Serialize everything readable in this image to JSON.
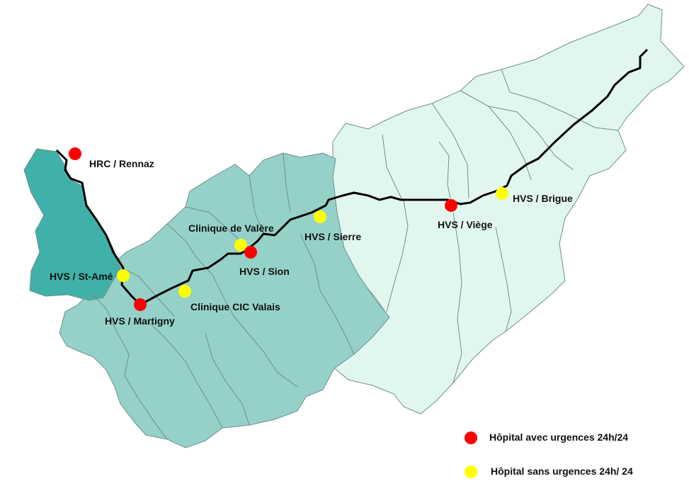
{
  "colors": {
    "emergency": "#ff0000",
    "no_emergency": "#ffff00",
    "region_dark": "#3fb1a8",
    "region_mid": "#95d1c9",
    "region_light": "#e2f6f0",
    "border": "#6f8f8a",
    "route": "#000000"
  },
  "hospitals": [
    {
      "id": "hrc-rennaz",
      "name": "HRC / Rennaz",
      "type": "emergency"
    },
    {
      "id": "hvs-st-ame",
      "name": "HVS / St-Amé",
      "type": "no_emergency"
    },
    {
      "id": "hvs-martigny",
      "name": "HVS / Martigny",
      "type": "emergency"
    },
    {
      "id": "clinique-cic",
      "name": "Clinique CIC Valais",
      "type": "no_emergency"
    },
    {
      "id": "clinique-valere",
      "name": "Clinique de Valère",
      "type": "no_emergency"
    },
    {
      "id": "hvs-sion",
      "name": "HVS / Sion",
      "type": "emergency"
    },
    {
      "id": "hvs-sierre",
      "name": "HVS / Sierre",
      "type": "no_emergency"
    },
    {
      "id": "hvs-viege",
      "name": "HVS / Viège",
      "type": "emergency"
    },
    {
      "id": "hvs-brigue",
      "name": "HVS / Brigue",
      "type": "no_emergency"
    }
  ],
  "legend": {
    "emergency_label": "Hôpital avec urgences 24h/24",
    "no_emergency_label": "Hôpital sans urgences 24h/ 24"
  }
}
